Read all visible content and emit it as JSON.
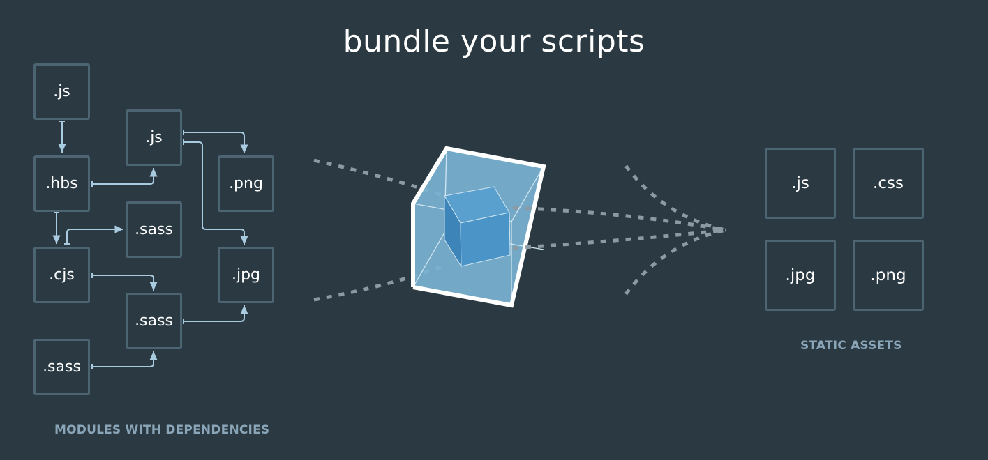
{
  "title": "bundle your scripts",
  "modules_caption": "MODULES WITH DEPENDENCIES",
  "assets_caption": "STATIC ASSETS",
  "modules": [
    {
      "id": "js-top",
      "label": ".js"
    },
    {
      "id": "hbs",
      "label": ".hbs"
    },
    {
      "id": "cjs",
      "label": ".cjs"
    },
    {
      "id": "sass-bottom",
      "label": ".sass"
    },
    {
      "id": "js-mid",
      "label": ".js"
    },
    {
      "id": "sass-mid",
      "label": ".sass"
    },
    {
      "id": "sass-lower",
      "label": ".sass"
    },
    {
      "id": "png",
      "label": ".png"
    },
    {
      "id": "jpg",
      "label": ".jpg"
    }
  ],
  "assets": [
    {
      "id": "js",
      "label": ".js"
    },
    {
      "id": "css",
      "label": ".css"
    },
    {
      "id": "jpg",
      "label": ".jpg"
    },
    {
      "id": "png",
      "label": ".png"
    }
  ],
  "colors": {
    "background": "#2b3a42",
    "box_border": "#4d6472",
    "arrow": "#a9cbe0",
    "caption": "#8aa5b8",
    "cube_face": "#7ab3d1",
    "inner_cube": "#4a94c7"
  }
}
